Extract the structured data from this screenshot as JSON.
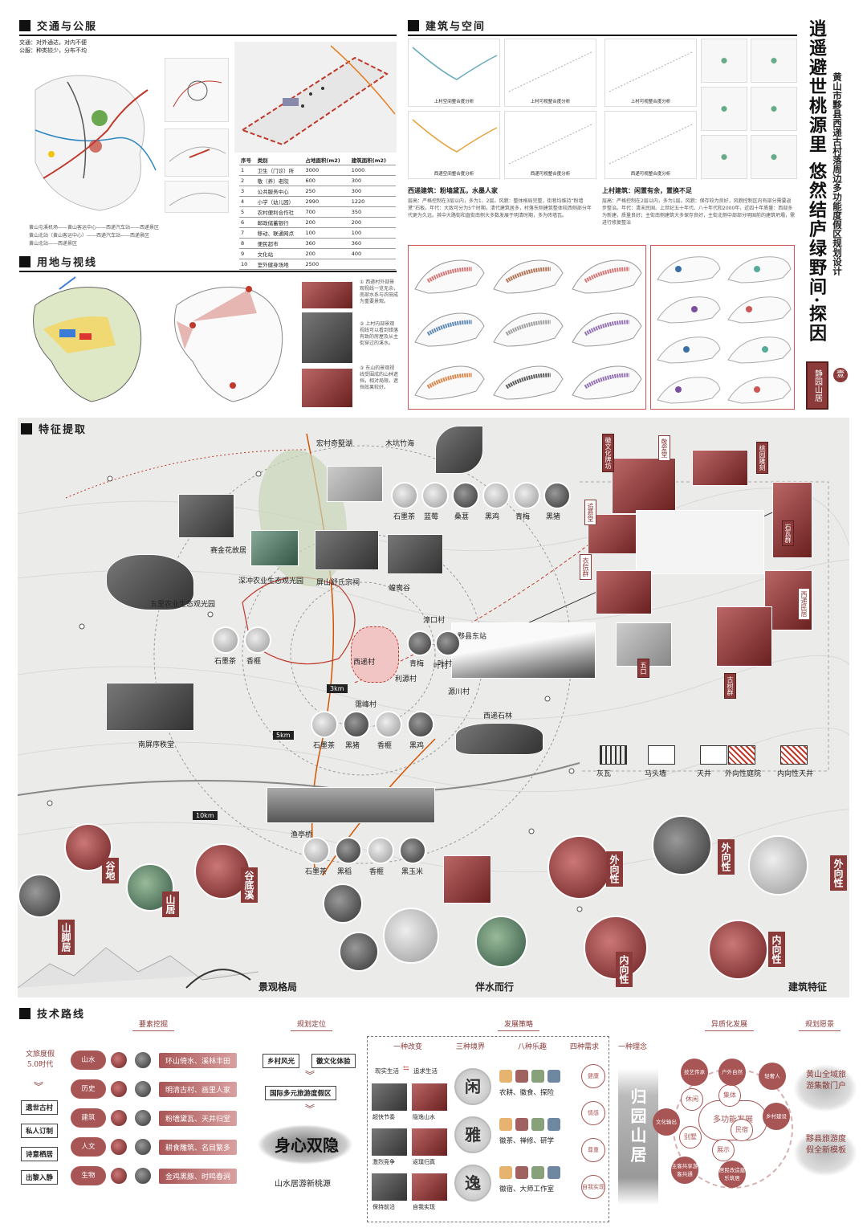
{
  "title": {
    "main": "逍遥避世桃源里 悠然结庐绿野间·探因",
    "subtitle": "黄山市黟县西递古村落周边多功能度假区规划设计",
    "seal": "静园山居",
    "badge": "壹"
  },
  "sections": {
    "traffic": "交通与公服",
    "architecture": "建筑与空间",
    "landuse": "用地与视线",
    "features": "特征提取",
    "tech": "技术路线"
  },
  "traffic": {
    "note1": "交通：对外通达，对内不便",
    "note2": "公服：种类较少，分布不均",
    "routes": [
      "黄山屯溪机场——黄山客运中心——西递汽车站——西递景区",
      "黄山北站（黄山客运中心）——西递汽车站——西递景区",
      "黄山北站——西递景区"
    ],
    "table_headers": [
      "序号",
      "类别",
      "占地面积(m2)",
      "建筑面积(m2)"
    ],
    "table_rows": [
      [
        "1",
        "卫生（门诊）所",
        "3000",
        "1000"
      ],
      [
        "2",
        "敬（养）老院",
        "600",
        "300"
      ],
      [
        "3",
        "公共服务中心",
        "250",
        "300"
      ],
      [
        "4",
        "小学（幼儿园）",
        "2990",
        "1220"
      ],
      [
        "5",
        "农村便利合作社",
        "700",
        "350"
      ],
      [
        "6",
        "邮政储蓄银行",
        "200",
        "200"
      ],
      [
        "7",
        "移动、联通网点",
        "100",
        "100"
      ],
      [
        "8",
        "便民超市",
        "360",
        "360"
      ],
      [
        "9",
        "文化站",
        "200",
        "400"
      ],
      [
        "10",
        "室外健身场地",
        "2500",
        ""
      ]
    ]
  },
  "architecture": {
    "chart_captions": [
      "上村空间整合度分析",
      "上村可视整合度分析",
      "上村可视整合度分析",
      "西递空间整合度分析",
      "西递可视整合度分析",
      "西递可视整合度分析"
    ],
    "xidi_title": "西递建筑：粉墙黛瓦，水墨人家",
    "xidi_text": "层高：严格控制在3层以内，多为1、2层。风貌：整体格局完整，街巷均维持“粉墙黛”石板。年代：大致可分为5个时期，清代建筑居多，村落东侧建筑整体较西侧部分年代更为久远。其中大路街和直街南侧大多数发展于明清时期，多为砖墙瓦。",
    "shangcun_title": "上村建筑：闲置有余，置换不足",
    "shangcun_text": "层高：严格控制在2层以内，多为1层。风貌：保存较为良好，风貌控制区内有部分需要返步整治。年代：清末民国、上世纪五十年代、八十年代和2000年，近四十年质量：西部多为新建，质量良好；主街南侧建筑大多保存良好，主街北侧中部部分明国前的建筑坍塌，需进行修复整治"
  },
  "landuse": {
    "notes": [
      "① 西递村外部景观视线一览无余，南部水系与农田成为重要景观。",
      "② 上村内部景观视线可以看到错落有致的房屋及从主街穿过的溪水。",
      "③ 东山的景观视线受围成的山林遮挡，相对局限，遮挡效果较好。"
    ]
  },
  "features": {
    "places": {
      "hongcun": "宏村奇墅湖",
      "mukeng": "木坑竹海",
      "saijin": "赛金花故居",
      "pingshan": "屏山舒氏宗祠",
      "shenchong": "深冲农业生态观光园",
      "panyanggu": "蝗鸯谷",
      "wuli": "五里农业生态观光园",
      "zhangkou": "漳口村",
      "yixian_east": "黟县东站",
      "xidi": "西递村",
      "liyuan": "利源村",
      "yeecun": "叶村",
      "yuanchuan": "源川村",
      "jifeng": "霭峰村",
      "nanping": "南屏序秩堂",
      "xidi_forest": "西递石林",
      "yuting": "渔亭桥"
    },
    "products_top": [
      "石墨茶",
      "蓝莓",
      "桑葚",
      "黑鸡",
      "青梅",
      "黑猪"
    ],
    "products_wuli": [
      "石墨茶",
      "香榧"
    ],
    "products_yecun": [
      "青梅",
      "叶村"
    ],
    "products_jifeng": [
      "石墨茶",
      "黑猪",
      "香榧",
      "黑鸡"
    ],
    "products_yuting": [
      "石墨茶",
      "黑稻",
      "香榧",
      "黑玉米"
    ],
    "distances": [
      "3km",
      "5km",
      "10km"
    ],
    "arch_elements": [
      "灰瓦",
      "马头墙",
      "天井",
      "外向性庭院",
      "内向性天井"
    ],
    "side_tags": [
      "徽文化牌坊",
      "敬爱堂",
      "桃园雕刻",
      "追慕堂",
      "石瓦群",
      "西递民居",
      "古树群",
      "衣院群",
      "五口"
    ],
    "bottom_labels": [
      "景观格局",
      "伴水而行",
      "建筑特征"
    ],
    "brush_tags": [
      "谷地",
      "山脚居",
      "山居",
      "谷底溪",
      "外向性",
      "外向性",
      "外向性",
      "内向性",
      "内向性"
    ]
  },
  "tech": {
    "headers": [
      "要素挖掘",
      "规划定位",
      "发展策略",
      "异质化发展",
      "规划愿景"
    ],
    "left_title": "文旅度假5.0时代",
    "left_items": [
      "遗世古村",
      "私人订制",
      "诗意栖居",
      "出黎入静"
    ],
    "elements": [
      {
        "name": "山水",
        "desc": "环山倚水、溪林丰田"
      },
      {
        "name": "历史",
        "desc": "明清古村、画里人家"
      },
      {
        "name": "建筑",
        "desc": "粉墙黛瓦、天井归堂"
      },
      {
        "name": "人文",
        "desc": "耕食雕筑、名目繁多"
      },
      {
        "name": "生物",
        "desc": "金鸡黑豚、时鸣春涧"
      }
    ],
    "positioning": [
      "乡村风光",
      "徽文化体验",
      "国际多元旅游度假区"
    ],
    "positioning_big": "身心双隐",
    "positioning_sub": "山水居游新桃源",
    "strategy_heads": [
      "一种改变",
      "三种境界",
      "八种乐趣",
      "四种需求"
    ],
    "strategy_change": [
      "现实生活",
      "追求生活"
    ],
    "strategy_photos": [
      "超快节奏",
      "隐逸山水",
      "激烈竞争",
      "返璞归真",
      "保持前沿",
      "自我实现"
    ],
    "realms": [
      "闲",
      "雅",
      "逸"
    ],
    "fun": [
      "农耕、徽食、探险",
      "徽茶、禅修、研学",
      "徽宿、大师工作室"
    ],
    "needs": [
      "健康",
      "情感",
      "尊重",
      "自我实现"
    ],
    "concept_head": "一种理念",
    "concept": "归园山居",
    "diff_center": "多功能发展",
    "diff_nodes": [
      "休闲",
      "集体",
      "民宿",
      "展示",
      "别墅",
      "户外自然",
      "文化输出",
      "技艺传承",
      "轻奢人",
      "乡村建设",
      "主客共享游客共通",
      "居民改造建乐筑居"
    ],
    "vision": [
      "黄山全域旅游集散门户",
      "黟县旅游度假全新模板"
    ]
  }
}
